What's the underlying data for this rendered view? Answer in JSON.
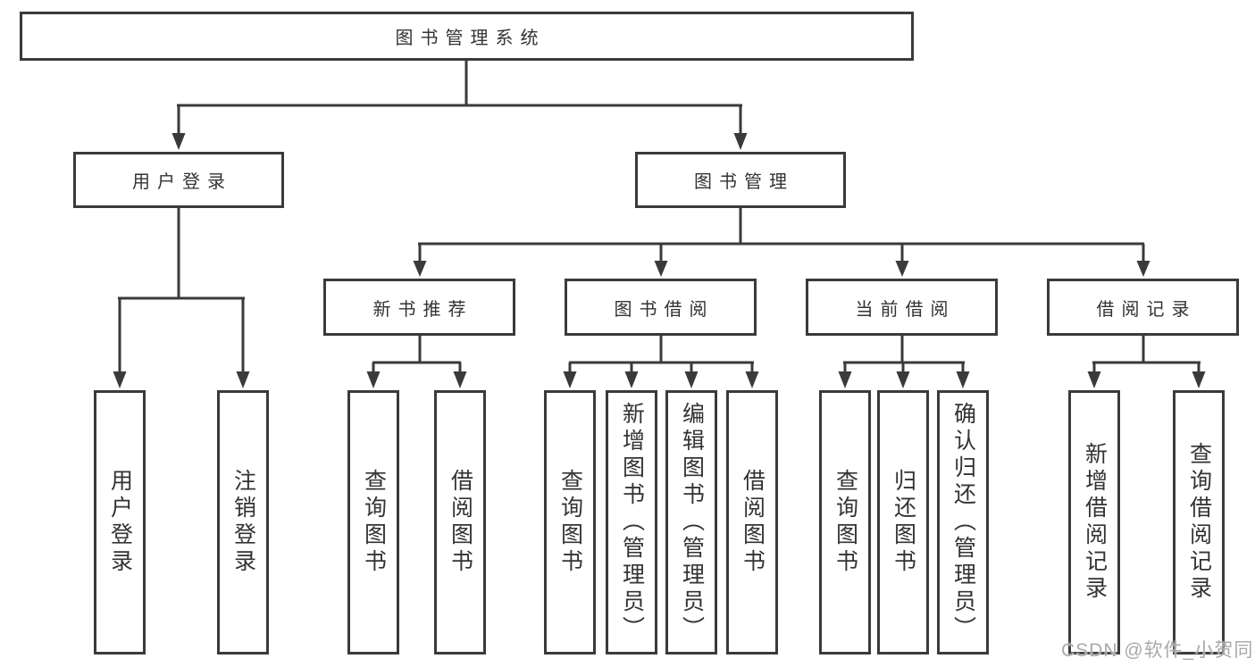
{
  "colors": {
    "line": "#3a3a3a",
    "node_text": "#333333",
    "node_background": "#ffffff",
    "watermark_text": "#a9a9a9"
  },
  "tree": {
    "root_label": "图书管理系统",
    "branches": [
      {
        "label": "用户登录",
        "children": [
          {
            "label": "用户登录"
          },
          {
            "label": "注销登录"
          }
        ]
      },
      {
        "label": "图书管理",
        "children": [
          {
            "label": "新书推荐",
            "children": [
              {
                "label": "查询图书"
              },
              {
                "label": "借阅图书"
              }
            ]
          },
          {
            "label": "图书借阅",
            "children": [
              {
                "label": "查询图书"
              },
              {
                "label": "新增图书（管理员）"
              },
              {
                "label": "编辑图书（管理员）"
              },
              {
                "label": "借阅图书"
              }
            ]
          },
          {
            "label": "当前借阅",
            "children": [
              {
                "label": "查询图书"
              },
              {
                "label": "归还图书"
              },
              {
                "label": "确认归还（管理员）"
              }
            ]
          },
          {
            "label": "借阅记录",
            "children": [
              {
                "label": "新增借阅记录"
              },
              {
                "label": "查询借阅记录"
              }
            ]
          }
        ]
      }
    ]
  },
  "watermark": {
    "text": "CSDN @软件_小贺同学"
  }
}
